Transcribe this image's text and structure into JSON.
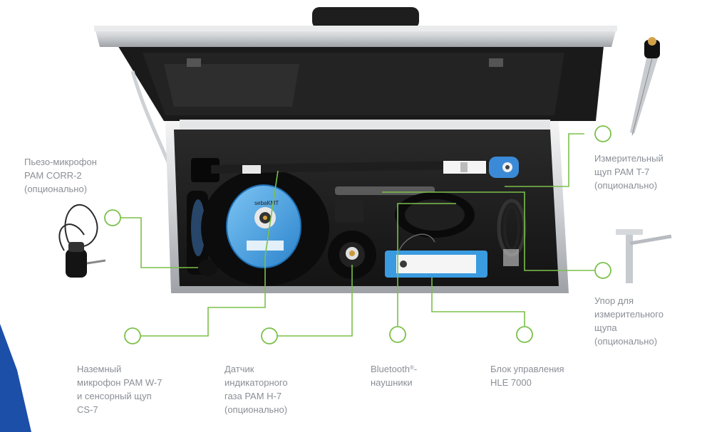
{
  "colors": {
    "callout": "#7bc04a",
    "label_text": "#8a8f96",
    "accent_blue": "#1c4fa8",
    "device_blue": "#3a9be0"
  },
  "device_markings": {
    "brand": "sebaKMT"
  },
  "labels": {
    "piezo": {
      "lines": [
        "Пьезо-микрофон",
        "PAM CORR-2",
        "(опционально)"
      ]
    },
    "probe": {
      "lines": [
        "Измерительный",
        "щуп PAM T-7",
        "(опционально)"
      ]
    },
    "support": {
      "lines": [
        "Упор для",
        "измерительного",
        "щупа",
        "(опционально)"
      ]
    },
    "ground_mic": {
      "lines": [
        "Наземный",
        "микрофон PAM W-7",
        "и сенсорный щуп",
        "CS-7"
      ]
    },
    "gas_sensor": {
      "lines": [
        "Датчик",
        "индикаторного",
        "газа PAM H-7",
        "(опционально)"
      ]
    },
    "headphones": {
      "line1_main": "Bluetooth",
      "line1_sup": "®",
      "line1_tail": "-",
      "line2": "наушники"
    },
    "control_unit": {
      "lines": [
        "Блок управления",
        "HLE 7000"
      ]
    }
  }
}
